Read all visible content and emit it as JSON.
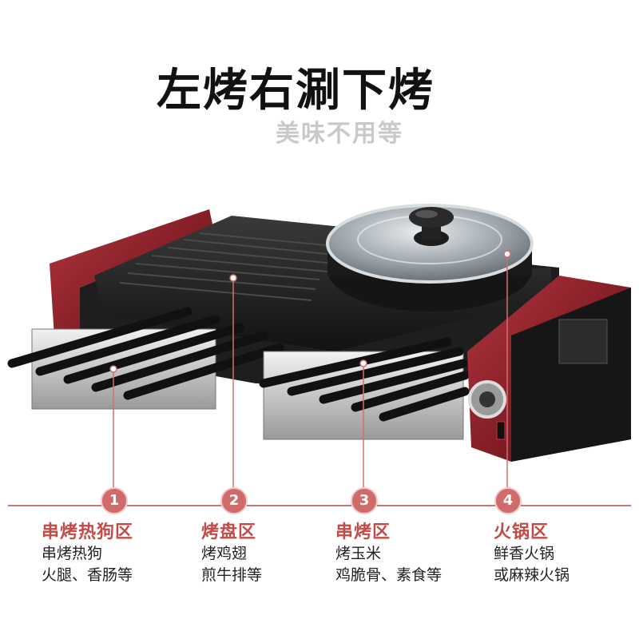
{
  "headline": {
    "title": "左烤右涮下烤",
    "subtitle": "美味不用等"
  },
  "zones": [
    {
      "num": "1",
      "title": "串烤热狗区",
      "line1": "串烤热狗",
      "line2": "火腿、香肠等"
    },
    {
      "num": "2",
      "title": "烤盘区",
      "line1": "烤鸡翅",
      "line2": "煎牛排等"
    },
    {
      "num": "3",
      "title": "串烤区",
      "line1": "烤玉米",
      "line2": "鸡脆骨、素食等"
    },
    {
      "num": "4",
      "title": "火锅区",
      "line1": "鲜香火锅",
      "line2": "或麻辣火锅"
    }
  ],
  "colors": {
    "accent": "#c24b47",
    "marker": "#cf6b6b",
    "body_red": "#8e1c24",
    "grill_black": "#1b1b1b"
  }
}
